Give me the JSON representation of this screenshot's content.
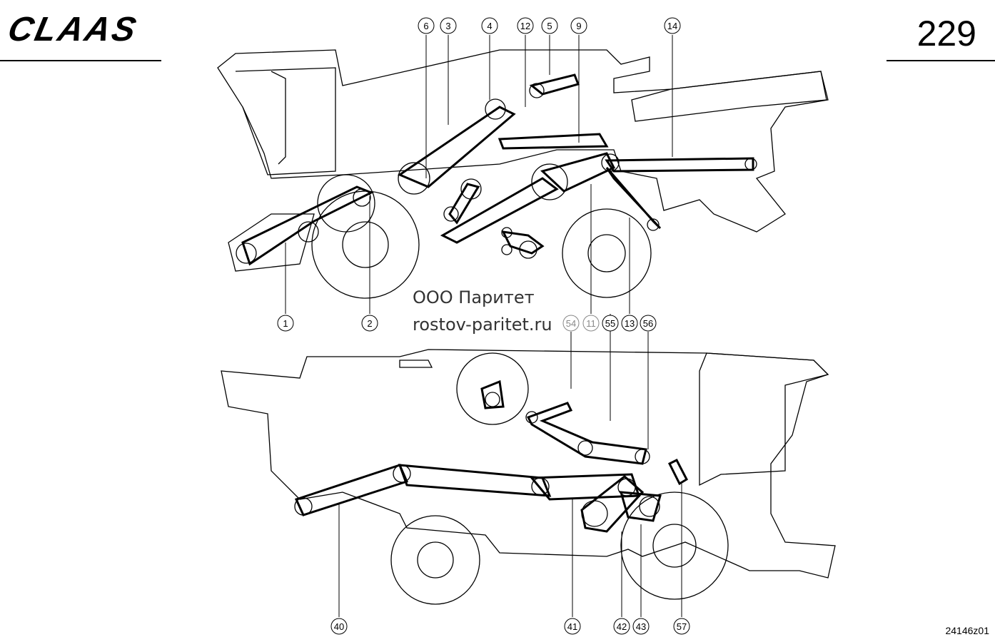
{
  "header": {
    "brand": "CLAAS",
    "page_number": "229"
  },
  "footer": {
    "figure_id": "24146z01"
  },
  "watermark": {
    "line1": "ООО Паритет",
    "line2": "rostov-paritet.ru"
  },
  "callouts_top": [
    "6",
    "3",
    "4",
    "12",
    "5",
    "9",
    "14",
    "1",
    "2",
    "55",
    "13",
    "56",
    "11",
    "54"
  ],
  "callouts_bottom": [
    "40",
    "41",
    "42",
    "43",
    "57"
  ],
  "colors": {
    "line": "#000000",
    "background": "#ffffff"
  }
}
